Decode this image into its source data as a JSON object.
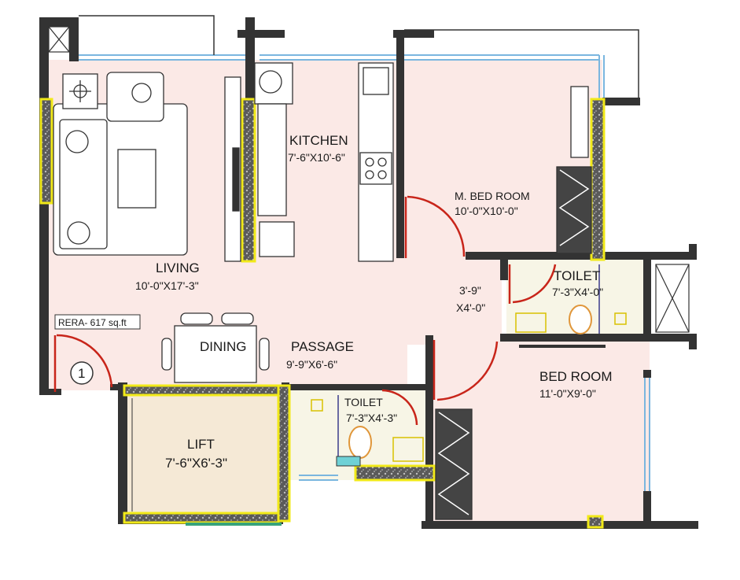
{
  "rooms": {
    "living": {
      "name": "LIVING",
      "dims": "10'-0\"X17'-3\""
    },
    "kitchen": {
      "name": "KITCHEN",
      "dims": "7'-6\"X10'-6\""
    },
    "master_bedroom": {
      "name": "M. BED ROOM",
      "dims": "10'-0\"X10'-0\""
    },
    "toilet_1": {
      "name": "TOILET",
      "dims": "7'-3\"X4'-0\""
    },
    "bedroom": {
      "name": "BED ROOM",
      "dims": "11'-0\"X9'-0\""
    },
    "toilet_2": {
      "name": "TOILET",
      "dims": "7'-3\"X4'-3\""
    },
    "lift": {
      "name": "LIFT",
      "dims": "7'-6\"X6'-3\""
    },
    "dining": {
      "name": "DINING"
    },
    "passage": {
      "name": "PASSAGE",
      "dims": "9'-9\"X6'-6\""
    },
    "lobby": {
      "dims_line1": "3'-9\"",
      "dims_line2": "X4'-0\""
    }
  },
  "rera": "RERA- 617 sq.ft",
  "unit_number": "1",
  "colors": {
    "floor": "#fbe9e6",
    "wall": "#333333",
    "door_swing": "#c8251a",
    "column_highlight": "#f1e918",
    "window": "#7ab6df",
    "wet_area": "#f7f5e6",
    "lift_floor": "#f5e9d6"
  }
}
